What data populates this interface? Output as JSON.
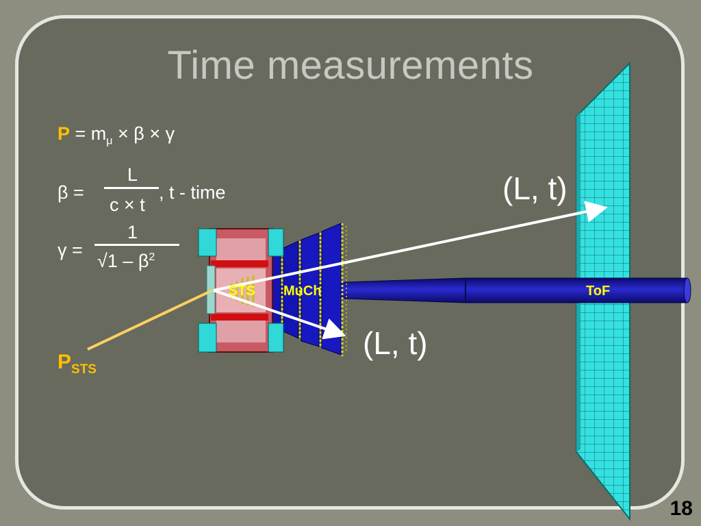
{
  "title": "Time measurements",
  "formulas": {
    "p_symbol": "P",
    "p_rest": "= m",
    "p_sub": "μ",
    "p_tail": "× β × γ",
    "beta_lhs": "β =",
    "beta_num": "L",
    "beta_den": "c × t",
    "beta_note": ",  t - time",
    "gamma_lhs": "γ =",
    "gamma_num": "1",
    "gamma_den_root": "√1 – β",
    "gamma_den_sup": "2"
  },
  "detector_labels": {
    "sts": "STS",
    "much": "MuCh",
    "tof": "ToF"
  },
  "annotations": {
    "lt_upper": "(L, t)",
    "lt_lower": "(L, t)",
    "p_sts": "P",
    "p_sts_sub": "STS"
  },
  "page_number": "18",
  "colors": {
    "background": "#686a5e",
    "accent": "#ffc000",
    "arrow": "#ffffff",
    "tof_wall": "#34e0e0",
    "beam_pipe": "#1a1aa0",
    "label_yellow": "#ffff00"
  }
}
